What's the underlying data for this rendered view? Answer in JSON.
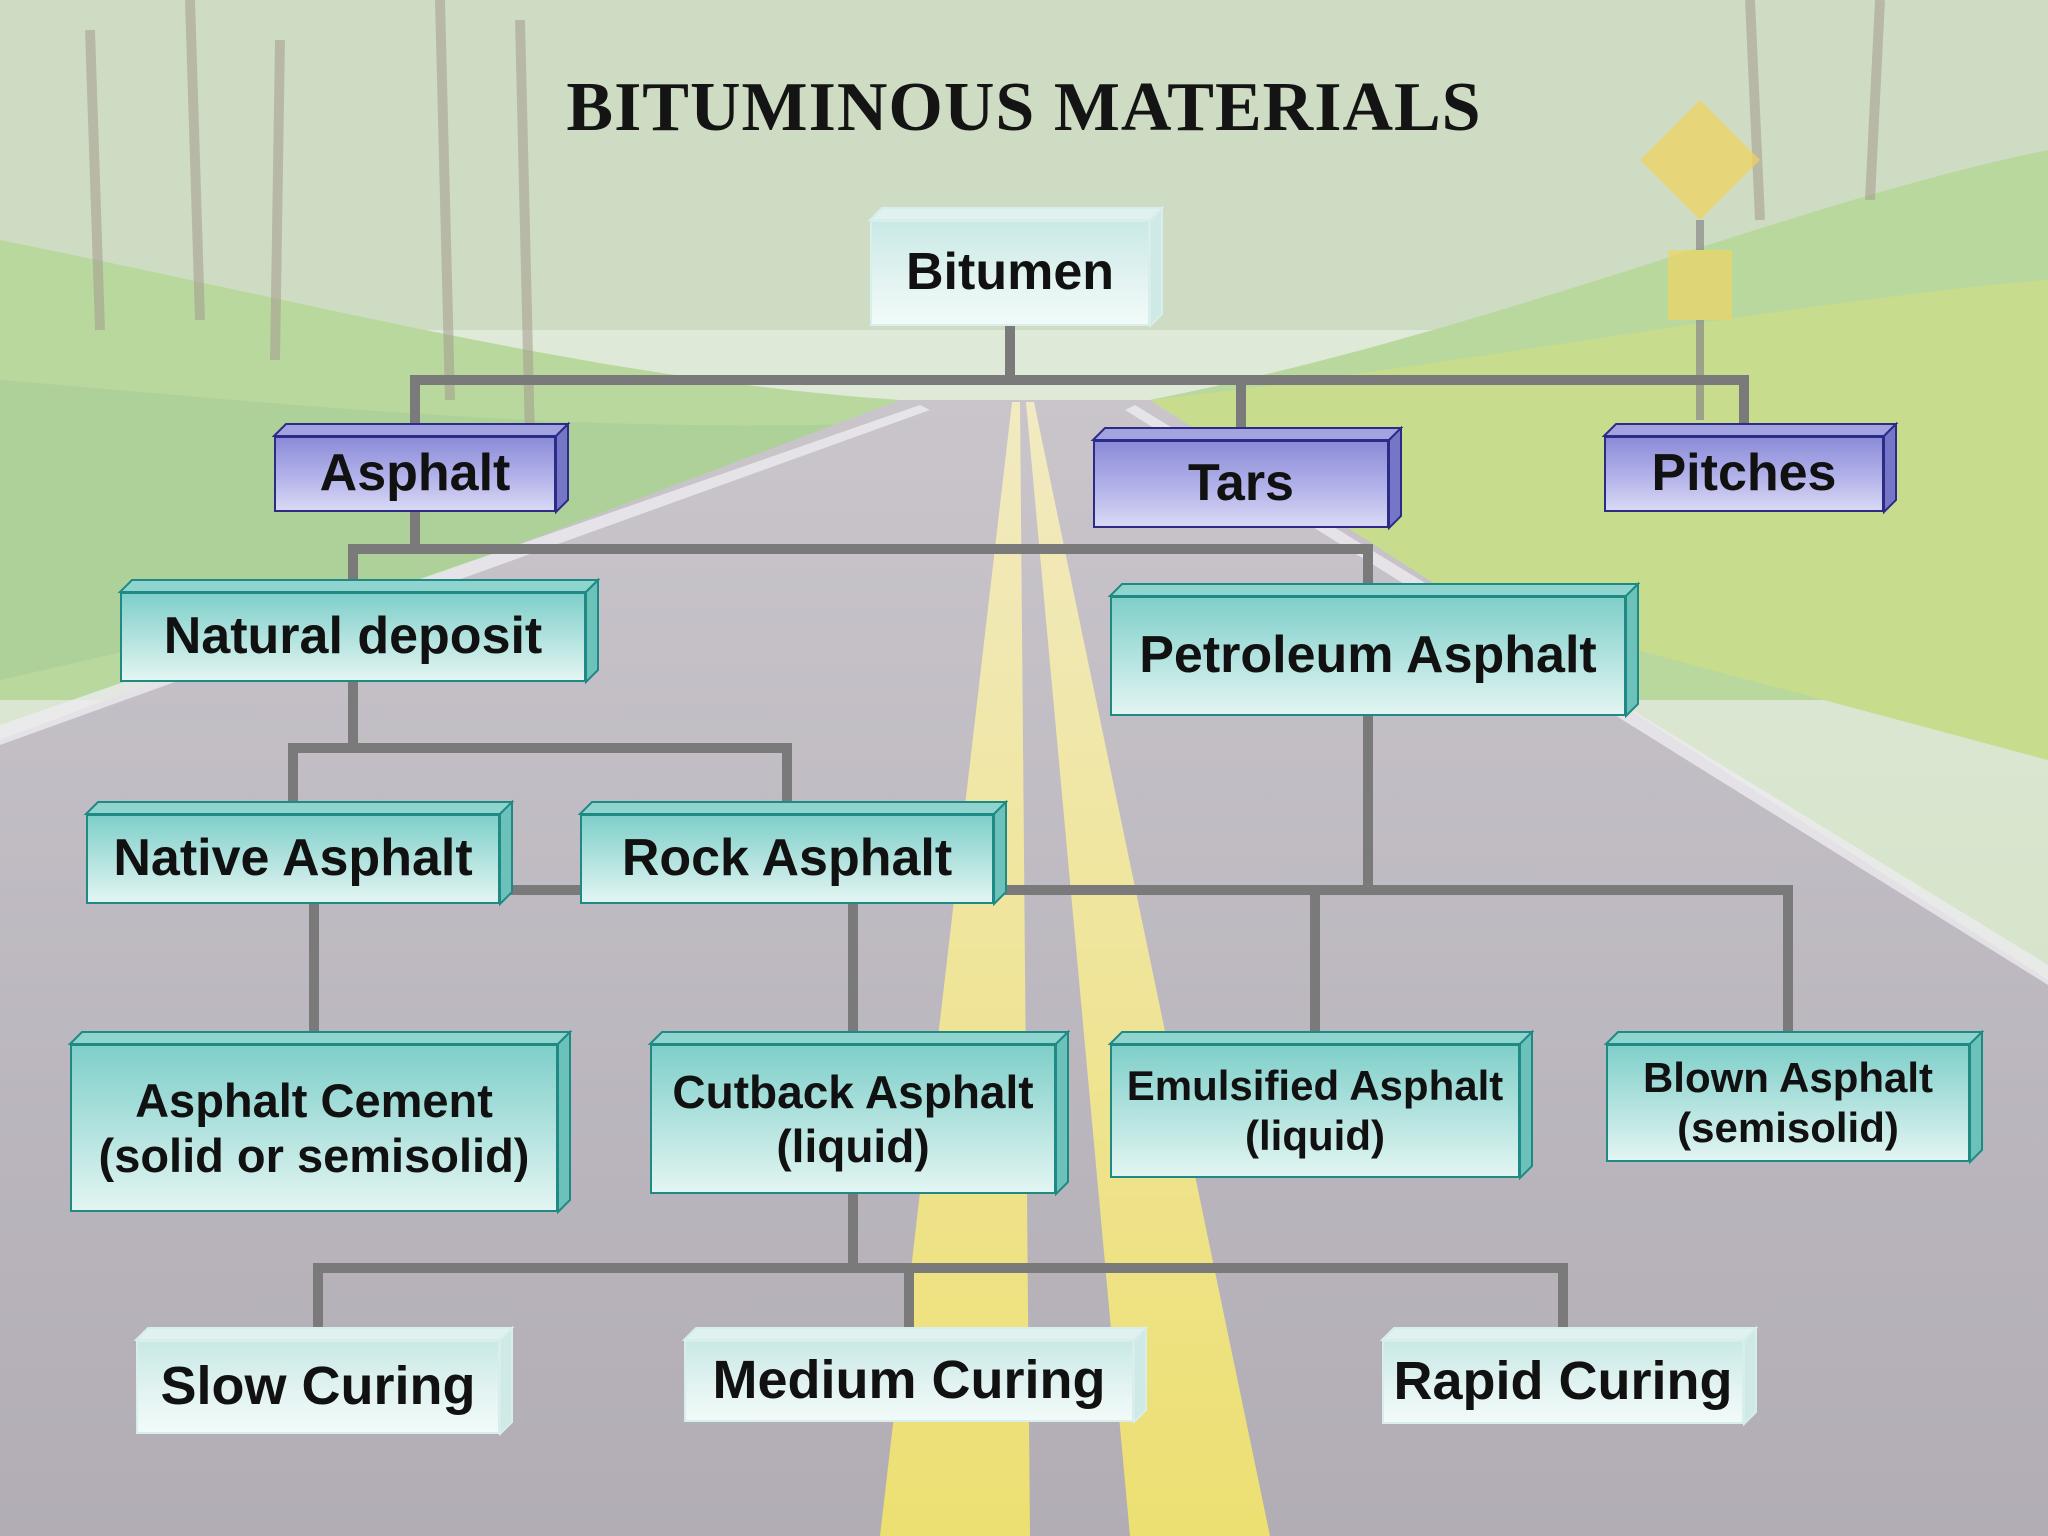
{
  "title": "BITUMINOUS MATERIALS",
  "colors": {
    "connector": "#7a7a7a",
    "teal_box": "#8fd4cf",
    "violet_box": "#9d9de0",
    "title_text": "#141414"
  },
  "nodes": {
    "bitumen": {
      "label": "Bitumen"
    },
    "asphalt": {
      "label": "Asphalt"
    },
    "tars": {
      "label": "Tars"
    },
    "pitches": {
      "label": "Pitches"
    },
    "natural_deposit": {
      "label": "Natural deposit"
    },
    "petroleum_asphalt": {
      "label": "Petroleum Asphalt"
    },
    "native_asphalt": {
      "label": "Native Asphalt"
    },
    "rock_asphalt": {
      "label": "Rock Asphalt"
    },
    "asphalt_cement": {
      "label": "Asphalt Cement",
      "sub": "(solid or semisolid)"
    },
    "cutback_asphalt": {
      "label": "Cutback Asphalt",
      "sub": "(liquid)"
    },
    "emulsified_asphalt": {
      "label": "Emulsified Asphalt",
      "sub": "(liquid)"
    },
    "blown_asphalt": {
      "label": "Blown Asphalt",
      "sub": "(semisolid)"
    },
    "slow_curing": {
      "label": "Slow Curing"
    },
    "medium_curing": {
      "label": "Medium Curing"
    },
    "rapid_curing": {
      "label": "Rapid Curing"
    }
  },
  "edges": [
    [
      "bitumen",
      "asphalt"
    ],
    [
      "bitumen",
      "tars"
    ],
    [
      "bitumen",
      "pitches"
    ],
    [
      "asphalt",
      "natural_deposit"
    ],
    [
      "asphalt",
      "petroleum_asphalt"
    ],
    [
      "natural_deposit",
      "native_asphalt"
    ],
    [
      "natural_deposit",
      "rock_asphalt"
    ],
    [
      "petroleum_asphalt",
      "asphalt_cement"
    ],
    [
      "petroleum_asphalt",
      "cutback_asphalt"
    ],
    [
      "petroleum_asphalt",
      "emulsified_asphalt"
    ],
    [
      "petroleum_asphalt",
      "blown_asphalt"
    ],
    [
      "cutback_asphalt",
      "slow_curing"
    ],
    [
      "cutback_asphalt",
      "medium_curing"
    ],
    [
      "cutback_asphalt",
      "rapid_curing"
    ]
  ]
}
